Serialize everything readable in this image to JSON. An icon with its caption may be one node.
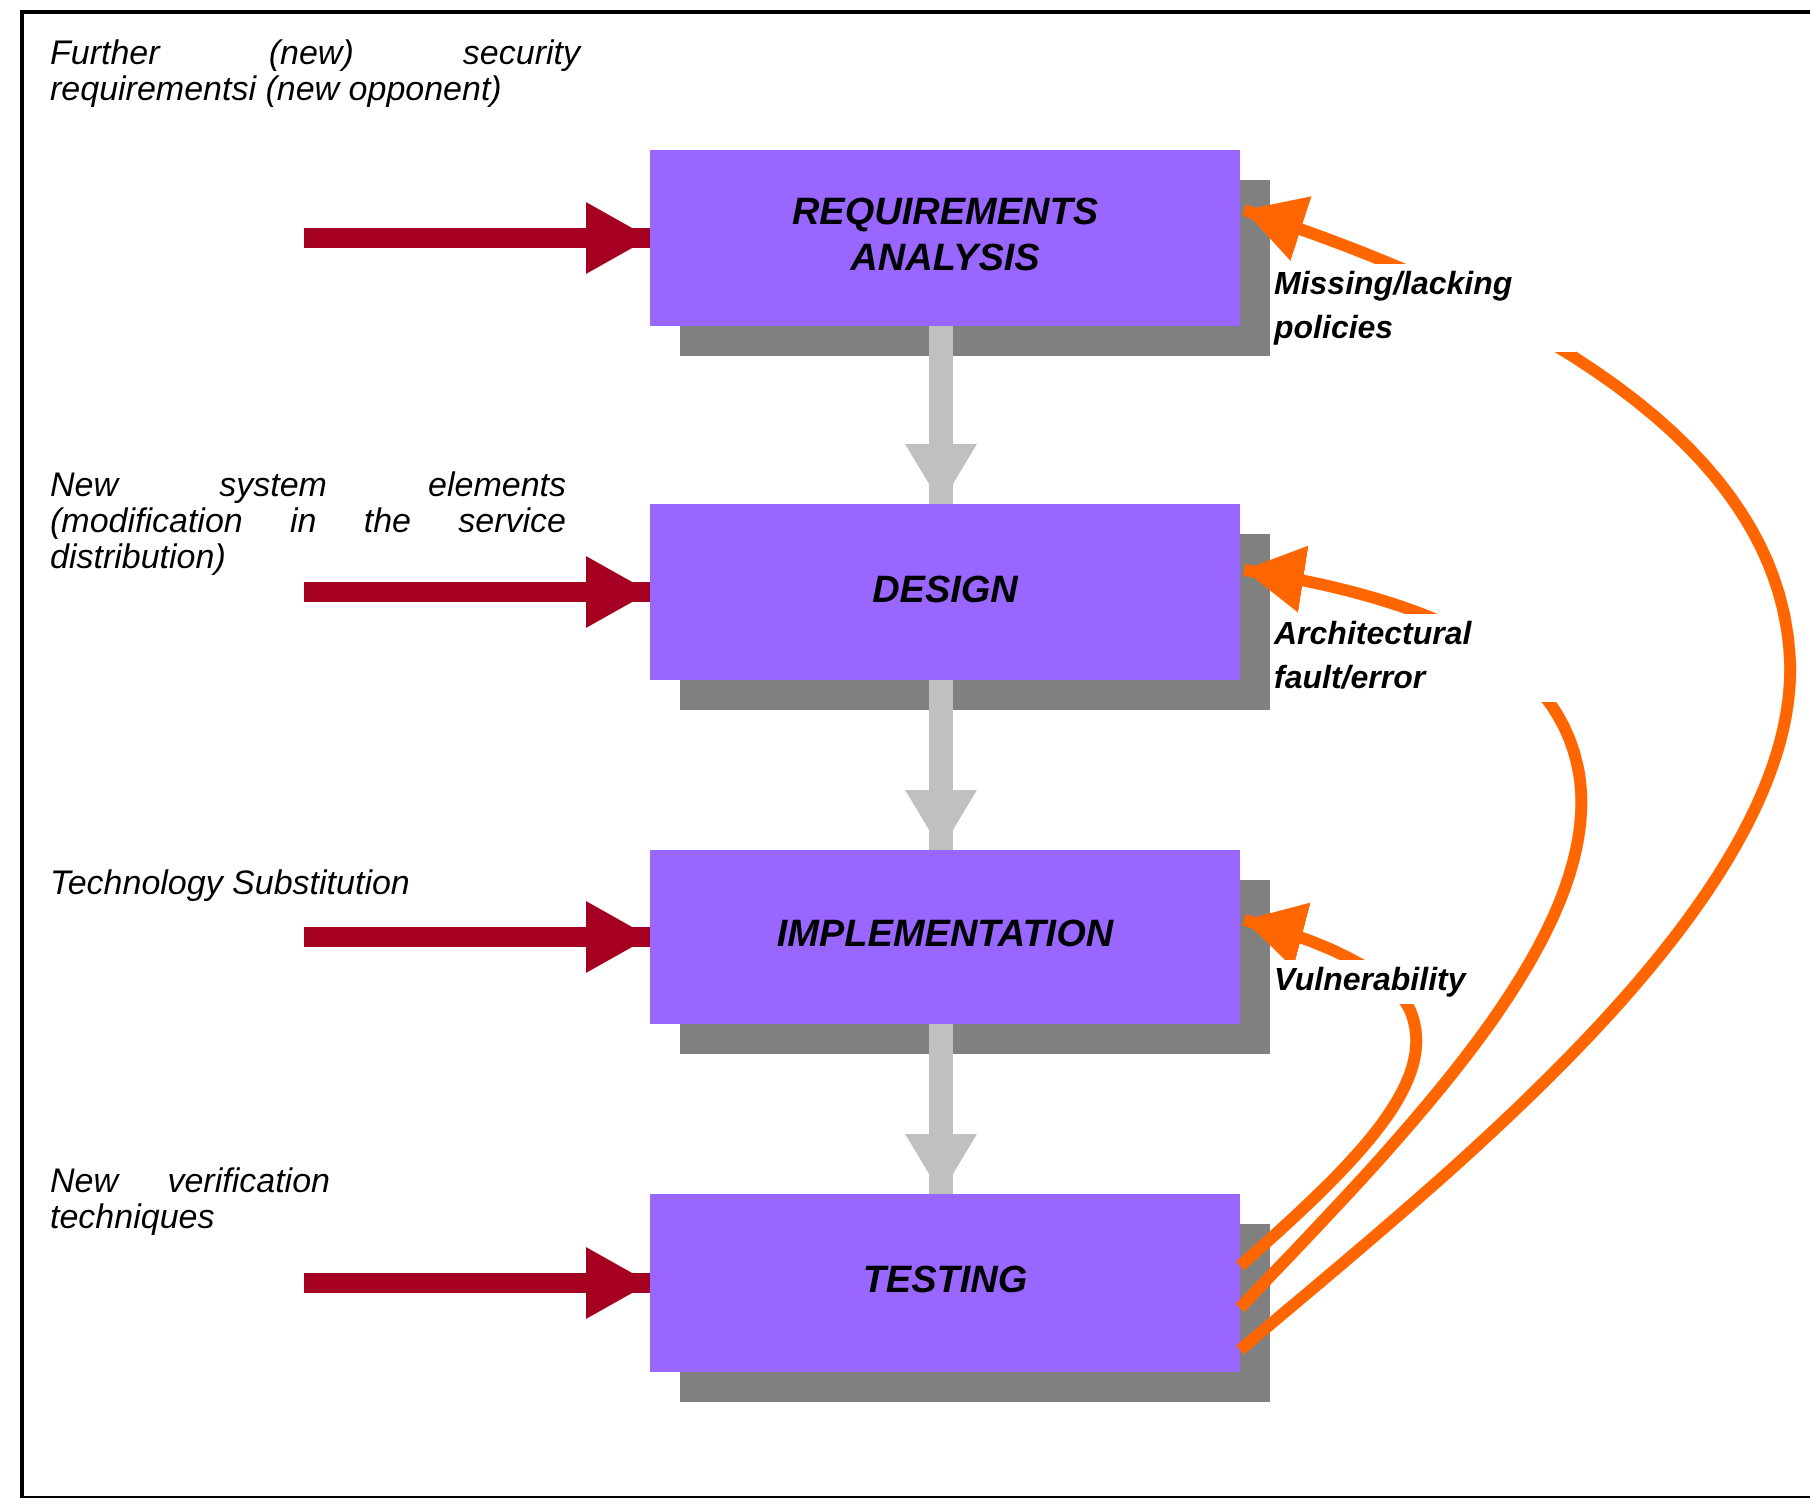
{
  "diagram": {
    "nodes": [
      {
        "text": [
          "REQUIREMENTS ANALYSIS"
        ]
      },
      {
        "text": [
          "DESIGN"
        ]
      },
      {
        "text": [
          "IMPLEMENTATION"
        ]
      },
      {
        "text": [
          "TESTING"
        ]
      }
    ],
    "edges": [
      {
        "from": 0,
        "to": 1,
        "arrow": "to",
        "color": "#c0c0c0"
      },
      {
        "from": 1,
        "to": 2,
        "arrow": "to",
        "color": "#c0c0c0"
      },
      {
        "from": 2,
        "to": 3,
        "arrow": "to",
        "color": "#c0c0c0"
      },
      {
        "from": null,
        "to": 0,
        "arrow": "to"
      },
      {
        "from": null,
        "to": 1,
        "arrow": "to"
      },
      {
        "from": null,
        "to": 2,
        "arrow": "to"
      },
      {
        "from": null,
        "to": 3,
        "arrow": "to"
      },
      {
        "from": 3,
        "to": 0,
        "arrow": "to",
        "color": "#ff6600",
        "label": "Missing/lacking policies"
      },
      {
        "from": 3,
        "to": 1,
        "arrow": "to",
        "color": "#ff6600",
        "label": "Architectural fault/error"
      },
      {
        "from": 3,
        "to": 2,
        "arrow": "to",
        "color": "#ff6600",
        "label": "Vulnerability"
      }
    ],
    "labels": [
      "Further (new) security requirementsi (new opponent)",
      "New system elements (modification in the service distribution)",
      "Technology Substitution",
      "New verification techniques"
    ]
  }
}
